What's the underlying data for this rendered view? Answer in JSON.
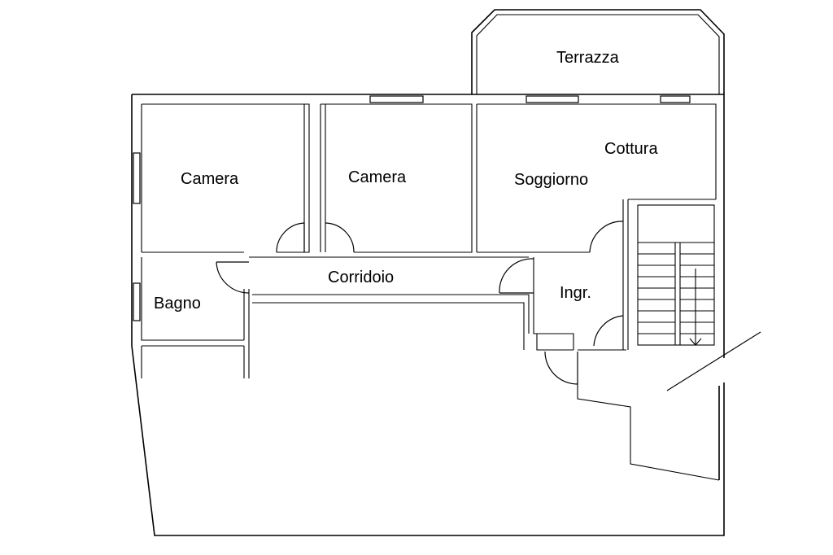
{
  "rooms": {
    "terrazza": "Terrazza",
    "camera_left": "Camera",
    "camera_middle": "Camera",
    "soggiorno": "Soggiorno",
    "cottura": "Cottura",
    "corridoio": "Corridoio",
    "bagno": "Bagno",
    "ingresso": "Ingr."
  }
}
